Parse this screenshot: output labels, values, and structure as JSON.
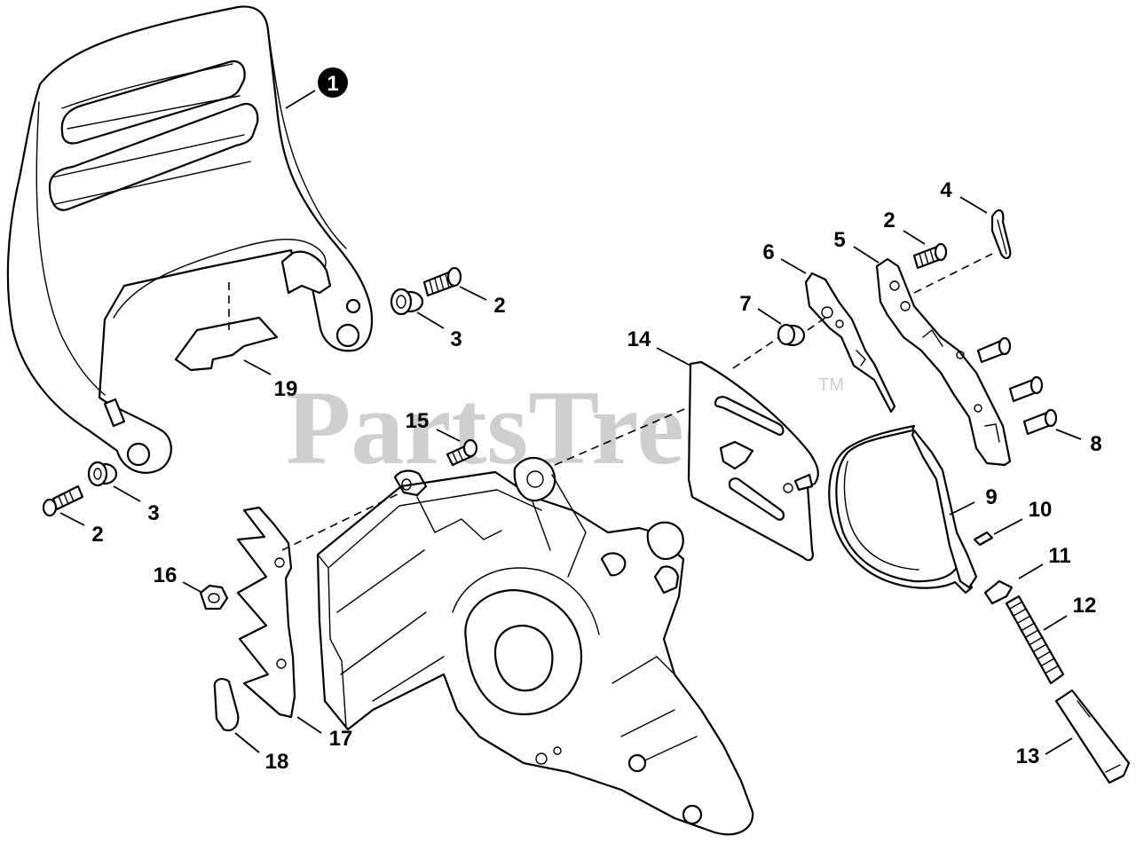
{
  "watermark": {
    "text": "PartsTree",
    "trademark": "TM"
  },
  "callouts": [
    {
      "id": "c1",
      "label": "1",
      "badge": true
    },
    {
      "id": "c2a",
      "label": "2"
    },
    {
      "id": "c2b",
      "label": "2"
    },
    {
      "id": "c2c",
      "label": "2"
    },
    {
      "id": "c3a",
      "label": "3"
    },
    {
      "id": "c3b",
      "label": "3"
    },
    {
      "id": "c4",
      "label": "4"
    },
    {
      "id": "c5",
      "label": "5"
    },
    {
      "id": "c6",
      "label": "6"
    },
    {
      "id": "c7",
      "label": "7"
    },
    {
      "id": "c8",
      "label": "8"
    },
    {
      "id": "c9",
      "label": "9"
    },
    {
      "id": "c10",
      "label": "10"
    },
    {
      "id": "c11",
      "label": "11"
    },
    {
      "id": "c12",
      "label": "12"
    },
    {
      "id": "c13",
      "label": "13"
    },
    {
      "id": "c14",
      "label": "14"
    },
    {
      "id": "c15",
      "label": "15"
    },
    {
      "id": "c16",
      "label": "16"
    },
    {
      "id": "c17",
      "label": "17"
    },
    {
      "id": "c18",
      "label": "18"
    },
    {
      "id": "c19",
      "label": "19"
    }
  ],
  "colors": {
    "line": "#000000",
    "watermark": "#cfcfcf",
    "background": "#ffffff"
  }
}
